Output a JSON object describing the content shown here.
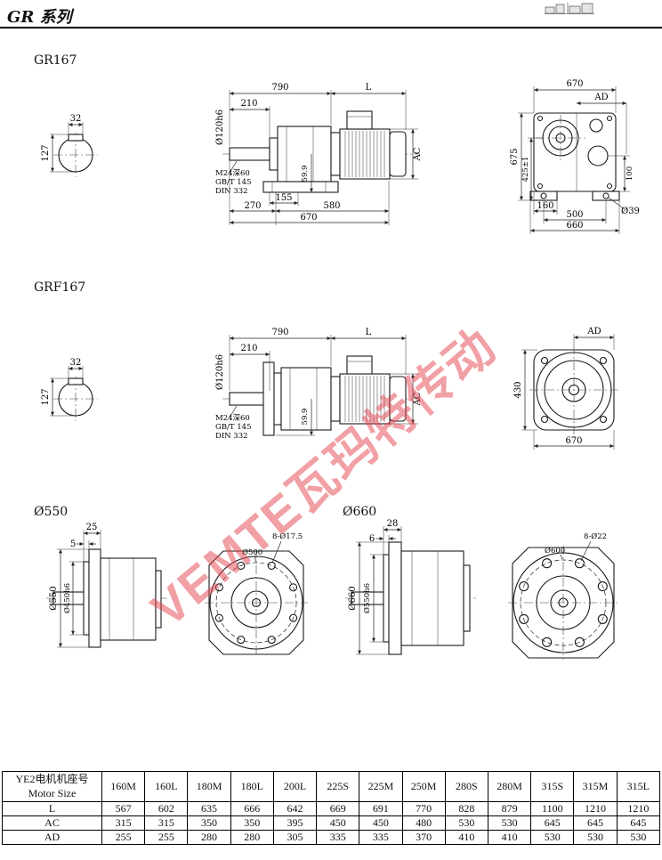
{
  "header": {
    "title": "GR 系列"
  },
  "watermark": {
    "text": "VEMTE瓦玛特传动"
  },
  "sections": {
    "gr167": {
      "label": "GR167",
      "shaft_section": {
        "key_width": "32",
        "diameter": "127"
      },
      "side": {
        "len_main": "790",
        "len_motor": "L",
        "len_shaft": "210",
        "shaft_dia": "Ø120h6",
        "tap_line1": "M24深60",
        "tap_line2": "GB/T 145",
        "tap_line3": "DIN 332",
        "foot_h": "59.9",
        "motor_dia": "AC",
        "b_270": "270",
        "b_155": "155",
        "b_580": "580",
        "b_670": "670"
      },
      "end": {
        "top_670": "670",
        "ad": "AD",
        "left_675": "675",
        "left_425": "425±1",
        "right_100": "100",
        "b_160": "160",
        "b_500": "500",
        "b_660": "660",
        "hole": "Ø39"
      }
    },
    "grf167": {
      "label": "GRF167",
      "shaft_section": {
        "key_width": "32",
        "diameter": "127"
      },
      "side": {
        "len_main": "790",
        "len_motor": "L",
        "len_shaft": "210",
        "shaft_dia": "Ø120h6",
        "tap_line1": "M24深60",
        "tap_line2": "GB/T 145",
        "tap_line3": "DIN 332",
        "foot_h": "59.9",
        "motor_dia": "AC"
      },
      "end": {
        "ad": "AD",
        "left_430": "430",
        "b_670": "670"
      }
    },
    "flange550": {
      "label": "Ø550",
      "side": {
        "t_25": "25",
        "t_5": "5",
        "od": "Ø550",
        "spigot": "Ø450h6"
      },
      "front": {
        "holes": "8-Ø17.5",
        "bolt_circle": "Ø500"
      }
    },
    "flange660": {
      "label": "Ø660",
      "side": {
        "t_28": "28",
        "t_6": "6",
        "od": "Ø660",
        "spigot": "Ø550h6"
      },
      "front": {
        "holes": "8-Ø22",
        "bolt_circle": "Ø600"
      }
    }
  },
  "table": {
    "header_cn": "YE2电机机座号",
    "header_en": "Motor Size",
    "columns": [
      "160M",
      "160L",
      "180M",
      "180L",
      "200L",
      "225S",
      "225M",
      "250M",
      "280S",
      "280M",
      "315S",
      "315M",
      "315L"
    ],
    "rows": [
      {
        "label": "L",
        "values": [
          "567",
          "602",
          "635",
          "666",
          "642",
          "669",
          "691",
          "770",
          "828",
          "879",
          "1100",
          "1210",
          "1210"
        ]
      },
      {
        "label": "AC",
        "values": [
          "315",
          "315",
          "350",
          "350",
          "395",
          "450",
          "450",
          "480",
          "530",
          "530",
          "645",
          "645",
          "645"
        ]
      },
      {
        "label": "AD",
        "values": [
          "255",
          "255",
          "280",
          "280",
          "305",
          "335",
          "335",
          "370",
          "410",
          "410",
          "530",
          "530",
          "530"
        ]
      }
    ]
  }
}
